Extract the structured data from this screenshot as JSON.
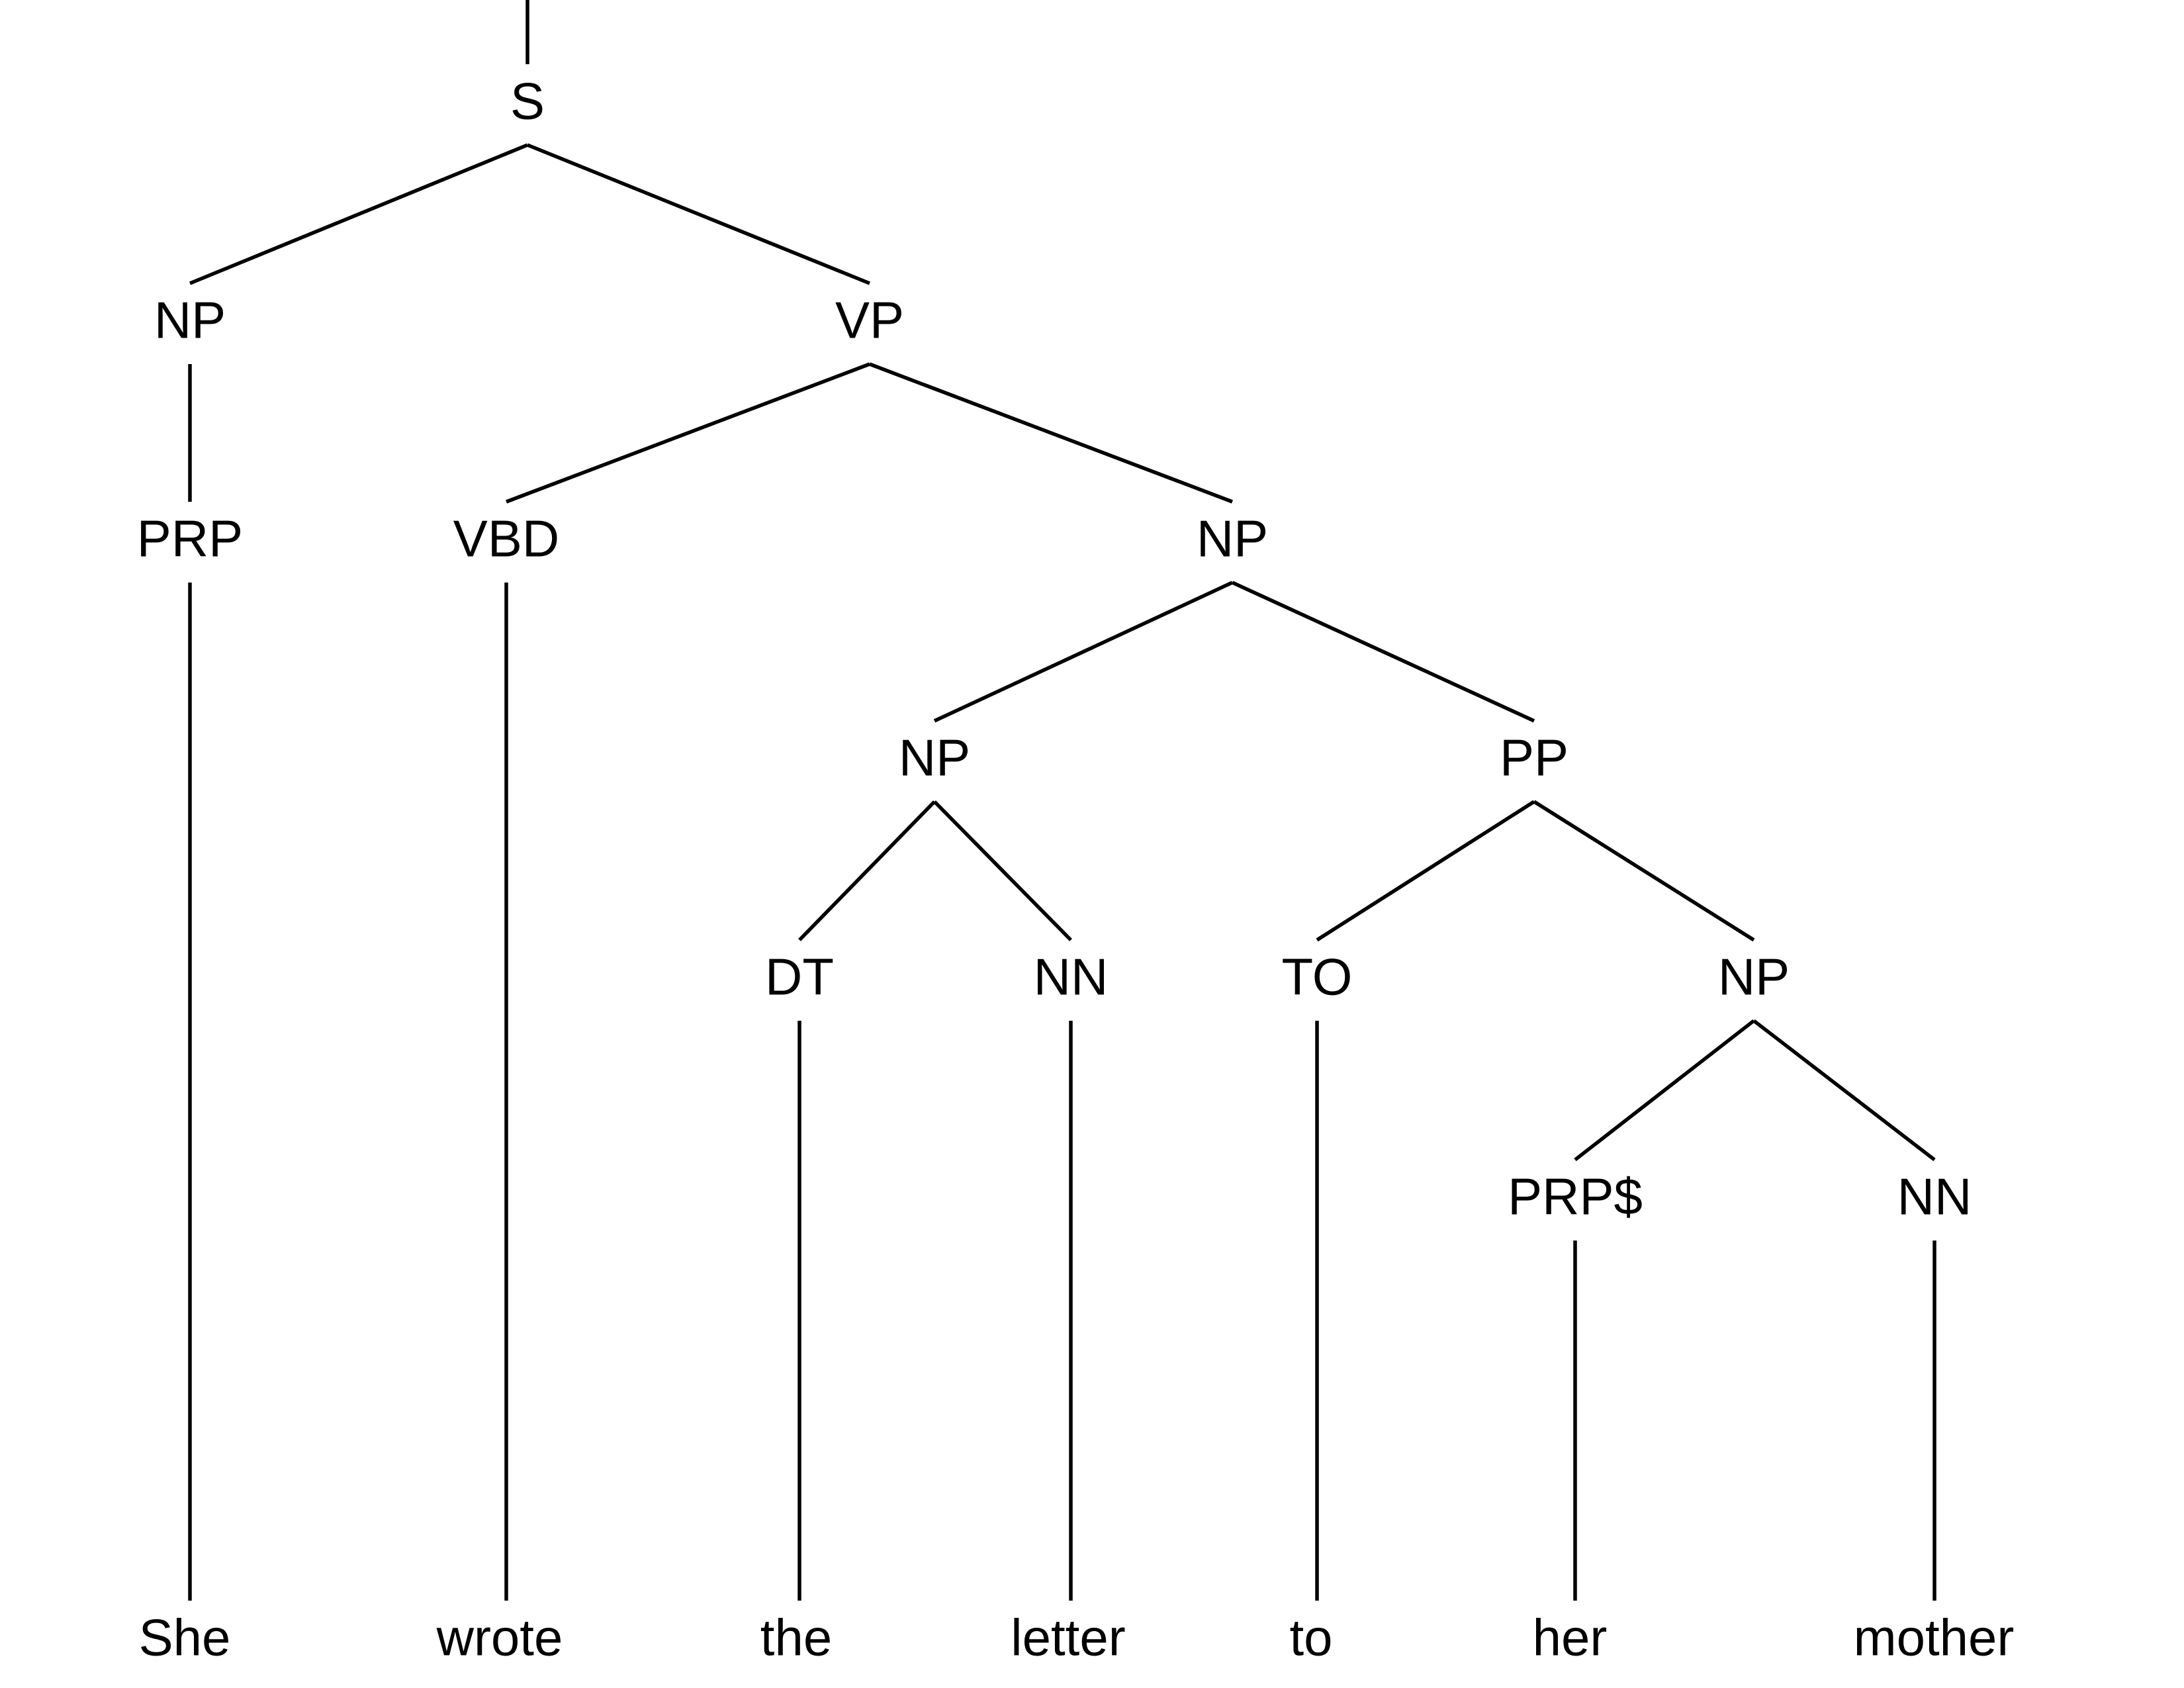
{
  "tree": {
    "root": "S",
    "nodes": [
      {
        "id": "s",
        "label": "S",
        "kind": "phrase"
      },
      {
        "id": "np1",
        "label": "NP",
        "kind": "phrase"
      },
      {
        "id": "vp",
        "label": "VP",
        "kind": "phrase"
      },
      {
        "id": "prp",
        "label": "PRP",
        "kind": "pos-tag"
      },
      {
        "id": "vbd",
        "label": "VBD",
        "kind": "pos-tag"
      },
      {
        "id": "np2",
        "label": "NP",
        "kind": "phrase"
      },
      {
        "id": "np3",
        "label": "NP",
        "kind": "phrase"
      },
      {
        "id": "pp",
        "label": "PP",
        "kind": "phrase"
      },
      {
        "id": "dt",
        "label": "DT",
        "kind": "pos-tag"
      },
      {
        "id": "nn1",
        "label": "NN",
        "kind": "pos-tag"
      },
      {
        "id": "to",
        "label": "TO",
        "kind": "pos-tag"
      },
      {
        "id": "np4",
        "label": "NP",
        "kind": "phrase"
      },
      {
        "id": "prps",
        "label": "PRP$",
        "kind": "pos-tag"
      },
      {
        "id": "nn2",
        "label": "NN",
        "kind": "pos-tag"
      },
      {
        "id": "w_she",
        "label": "She",
        "kind": "word"
      },
      {
        "id": "w_wrote",
        "label": "wrote",
        "kind": "word"
      },
      {
        "id": "w_the",
        "label": "the",
        "kind": "word"
      },
      {
        "id": "w_letter",
        "label": "letter",
        "kind": "word"
      },
      {
        "id": "w_to",
        "label": "to",
        "kind": "word"
      },
      {
        "id": "w_her",
        "label": "her",
        "kind": "word"
      },
      {
        "id": "w_mother",
        "label": "mother",
        "kind": "word"
      }
    ],
    "edges": [
      [
        "s",
        "np1"
      ],
      [
        "s",
        "vp"
      ],
      [
        "np1",
        "prp"
      ],
      [
        "prp",
        "w_she"
      ],
      [
        "vp",
        "vbd"
      ],
      [
        "vp",
        "np2"
      ],
      [
        "vbd",
        "w_wrote"
      ],
      [
        "np2",
        "np3"
      ],
      [
        "np2",
        "pp"
      ],
      [
        "np3",
        "dt"
      ],
      [
        "np3",
        "nn1"
      ],
      [
        "dt",
        "w_the"
      ],
      [
        "nn1",
        "w_letter"
      ],
      [
        "pp",
        "to"
      ],
      [
        "pp",
        "np4"
      ],
      [
        "to",
        "w_to"
      ],
      [
        "np4",
        "prps"
      ],
      [
        "np4",
        "nn2"
      ],
      [
        "prps",
        "w_her"
      ],
      [
        "nn2",
        "w_mother"
      ]
    ]
  }
}
